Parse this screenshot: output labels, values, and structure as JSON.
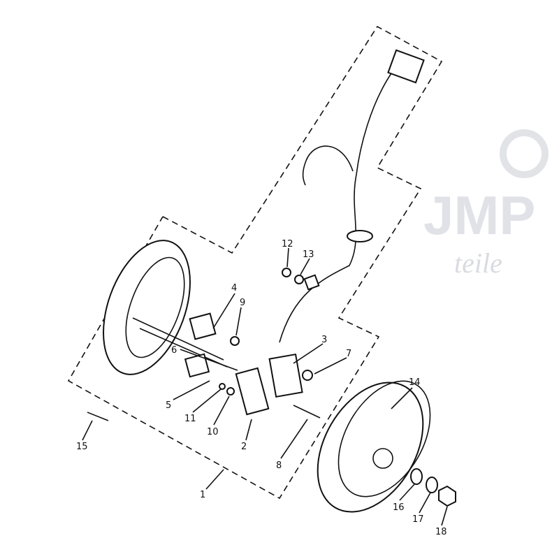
{
  "diagram": {
    "title": "Ignition / stator exploded parts diagram",
    "watermark": {
      "brand": "JMP",
      "sub": "teile"
    },
    "callouts": [
      "1",
      "2",
      "3",
      "4",
      "5",
      "6",
      "7",
      "8",
      "9",
      "10",
      "11",
      "12",
      "13",
      "14",
      "15",
      "16",
      "17",
      "18"
    ]
  }
}
